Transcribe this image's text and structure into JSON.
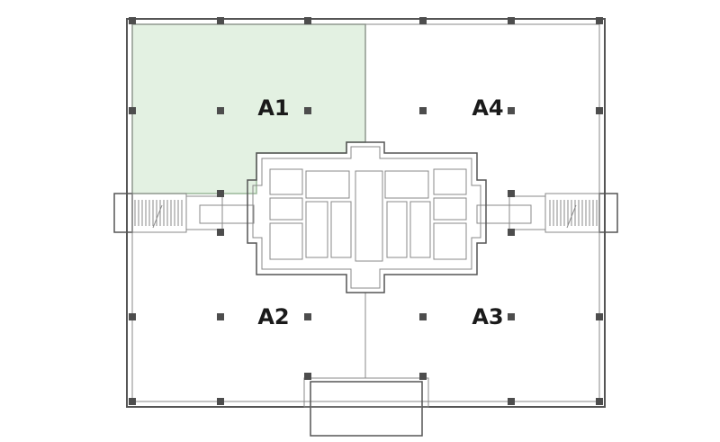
{
  "units": [
    {
      "id": "A1",
      "label": "A1",
      "highlighted": true
    },
    {
      "id": "A4",
      "label": "A4",
      "highlighted": false
    },
    {
      "id": "A2",
      "label": "A2",
      "highlighted": false
    },
    {
      "id": "A3",
      "label": "A3",
      "highlighted": false
    }
  ],
  "colors": {
    "highlight": "#e3f1e2",
    "highlight_border": "#9bb99a",
    "wall": "#555555",
    "column": "#4d4d4d",
    "core_fill": "#f3f3f3"
  }
}
